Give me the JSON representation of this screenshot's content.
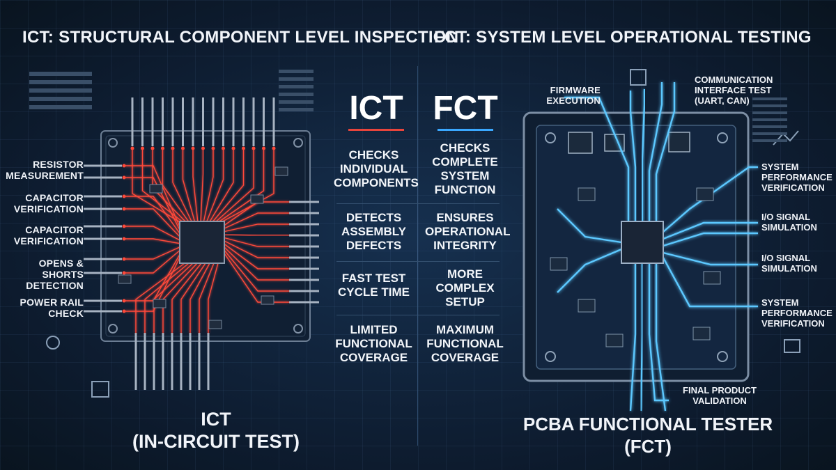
{
  "titles": {
    "left": "ICT: STRUCTURAL COMPONENT LEVEL INSPECTION",
    "right": "FCT: SYSTEM LEVEL OPERATIONAL TESTING"
  },
  "ict_labels": [
    "RESISTOR\nMEASUREMENT",
    "CAPACITOR\nVERIFICATION",
    "CAPACITOR\nVERIFICATION",
    "OPENS & SHORTS\nDETECTION",
    "POWER RAIL\nCHECK"
  ],
  "fct_labels": {
    "firmware": "FIRMWARE\nEXECUTION",
    "comm": "COMMUNICATION\nINTERFACE TEST\n(UART, CAN)",
    "sys_perf_1": "SYSTEM\nPERFORMANCE\nVERIFICATION",
    "io_1": "I/O SIGNAL\nSIMULATION",
    "io_2": "I/O SIGNAL\nSIMULATION",
    "sys_perf_2": "SYSTEM\nPERFORMANCE\nVERIFICATION",
    "final": "FINAL PRODUCT\nVALIDATION"
  },
  "comparison": {
    "ict_header": "ICT",
    "fct_header": "FCT",
    "rows": [
      {
        "ict": "CHECKS\nINDIVIDUAL\nCOMPONENTS",
        "fct": "CHECKS\nCOMPLETE\nSYSTEM\nFUNCTION"
      },
      {
        "ict": "DETECTS\nASSEMBLY\nDEFECTS",
        "fct": "ENSURES\nOPERATIONAL\nINTEGRITY"
      },
      {
        "ict": "FAST TEST\nCYCLE TIME",
        "fct": "MORE\nCOMPLEX\nSETUP"
      },
      {
        "ict": "LIMITED\nFUNCTIONAL\nCOVERAGE",
        "fct": "MAXIMUM\nFUNCTIONAL\nCOVERAGE"
      }
    ]
  },
  "bottom": {
    "left": "ICT\n(IN-CIRCUIT TEST)",
    "right": "PCBA FUNCTIONAL TESTER (FCT)"
  },
  "colors": {
    "ict_accent": "#e8453c",
    "fct_accent": "#3aa8ff",
    "ict_trace": "#ff4a3a",
    "fct_trace": "#5cc8ff"
  },
  "icons": [
    "gear-icon",
    "chip-icon",
    "camera-icon",
    "settings-icon",
    "chart-icon",
    "cloud-icon"
  ]
}
